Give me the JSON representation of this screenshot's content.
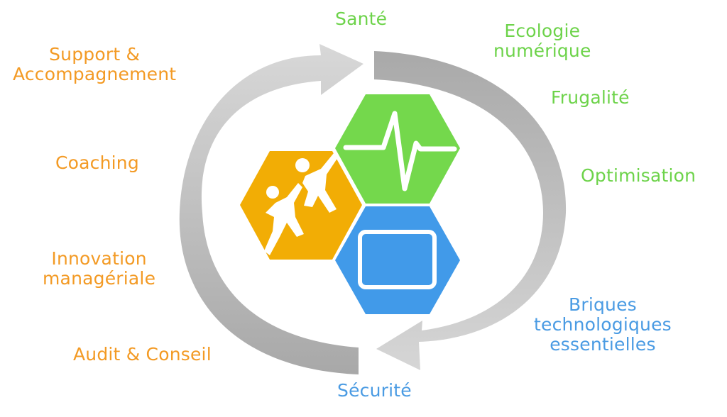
{
  "colors": {
    "orange": "#f39a24",
    "green": "#6dd34a",
    "blue": "#4a9be3",
    "hex_orange": "#f2ad05",
    "hex_green": "#74d84c",
    "hex_blue": "#419ae9",
    "arrow_light": "#cfcfcf",
    "arrow_dark": "#a9a9a9"
  },
  "hexagons": [
    {
      "name": "green",
      "icon": "heartbeat-icon"
    },
    {
      "name": "orange",
      "icon": "people-climbing-icon"
    },
    {
      "name": "blue",
      "icon": "screen-icon"
    }
  ],
  "labels": {
    "top": "Santé",
    "bottom": "Sécurité",
    "left": {
      "support": [
        "Support &",
        "Accompagnement"
      ],
      "coaching": "Coaching",
      "innovation": [
        "Innovation",
        "managériale"
      ],
      "audit": "Audit & Conseil"
    },
    "right": {
      "ecologie": [
        "Ecologie",
        "numérique"
      ],
      "frugalite": "Frugalité",
      "optimisation": "Optimisation",
      "briques": [
        "Briques",
        "technologiques",
        "essentielles"
      ]
    }
  }
}
